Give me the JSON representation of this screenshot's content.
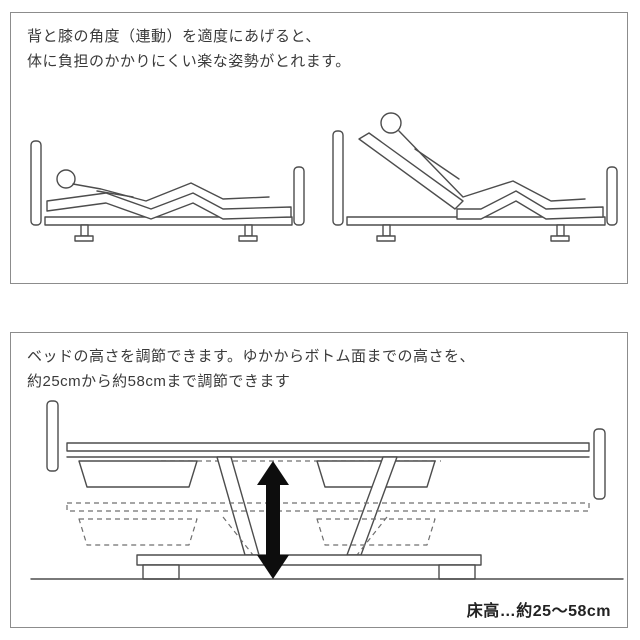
{
  "panels": {
    "recline": {
      "caption_line1": "背と膝の角度（連動）を適度にあげると、",
      "caption_line2": "体に負担のかかりにくい楽な姿勢がとれます。"
    },
    "height": {
      "caption_line1": "ベッドの高さを調節できます。ゆかからボトム面までの高さを、",
      "caption_line2": "約25cmから約58cmまで調節できます",
      "floor_label": "床高…約25～58cm"
    }
  },
  "colors": {
    "panel_border": "#8c8c8c",
    "line_art": "#4d4d4d",
    "dashed_art": "#6f6f6f",
    "arrow": "#0d0d0d",
    "text": "#3a3a3a"
  }
}
